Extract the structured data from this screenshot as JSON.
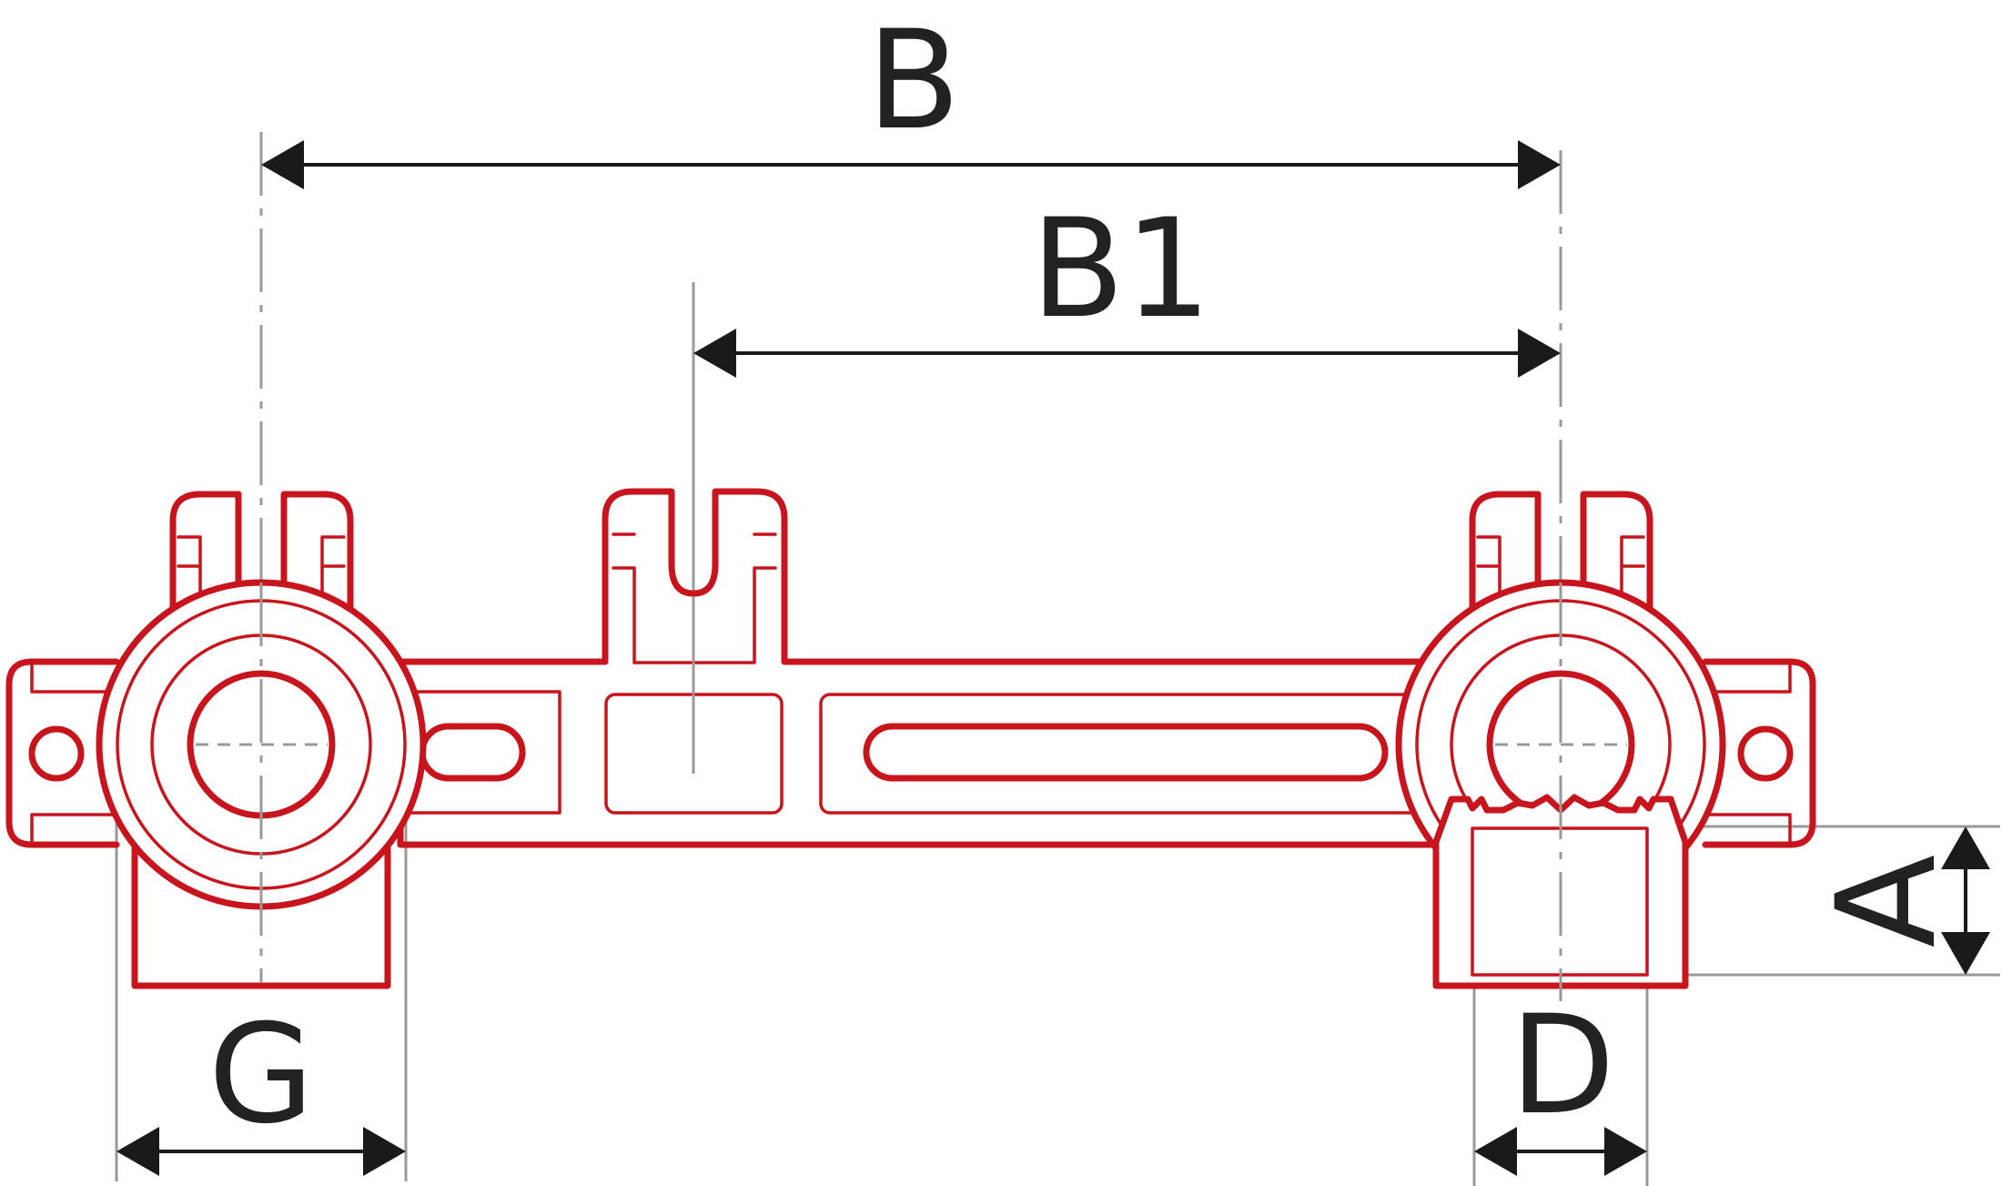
{
  "labels": {
    "b": "B",
    "b1": "B1",
    "a": "A",
    "g": "G",
    "d": "D"
  },
  "colors": {
    "part_stroke": "#c8141c",
    "dimension": "#1a1a1a",
    "extension_line": "#999999",
    "label_text": "#222222",
    "background": "#ffffff"
  }
}
